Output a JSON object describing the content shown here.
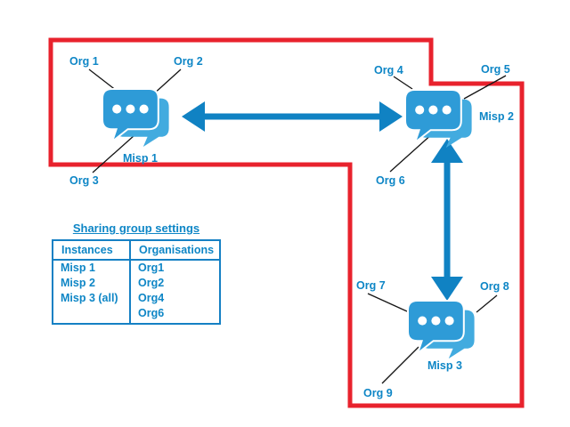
{
  "diagram": {
    "labels": {
      "org1": "Org 1",
      "org2": "Org 2",
      "org3": "Org 3",
      "org4": "Org 4",
      "org5": "Org 5",
      "org6": "Org 6",
      "org7": "Org 7",
      "org8": "Org 8",
      "org9": "Org 9",
      "misp1": "Misp 1",
      "misp2": "Misp 2",
      "misp3": "Misp 3"
    },
    "icons": {
      "misp1": "chat-bubbles-icon",
      "misp2": "chat-bubbles-icon",
      "misp3": "chat-bubbles-icon"
    },
    "colors": {
      "boundary_red": "#e8222d",
      "icon_front_blue": "#2e9bd7",
      "icon_back_blue": "#42abdf",
      "arrow_blue": "#1082c3",
      "text_blue": "#0e86c6",
      "table_border_blue": "#1580c4",
      "connector_black": "#151515"
    }
  },
  "table": {
    "title": "Sharing group settings",
    "headers": [
      "Instances",
      "Organisations"
    ],
    "instances": [
      "Misp 1",
      "Misp 2",
      "Misp 3 (all)"
    ],
    "organisations": [
      "Org1",
      "Org2",
      "Org4",
      "Org6"
    ]
  }
}
